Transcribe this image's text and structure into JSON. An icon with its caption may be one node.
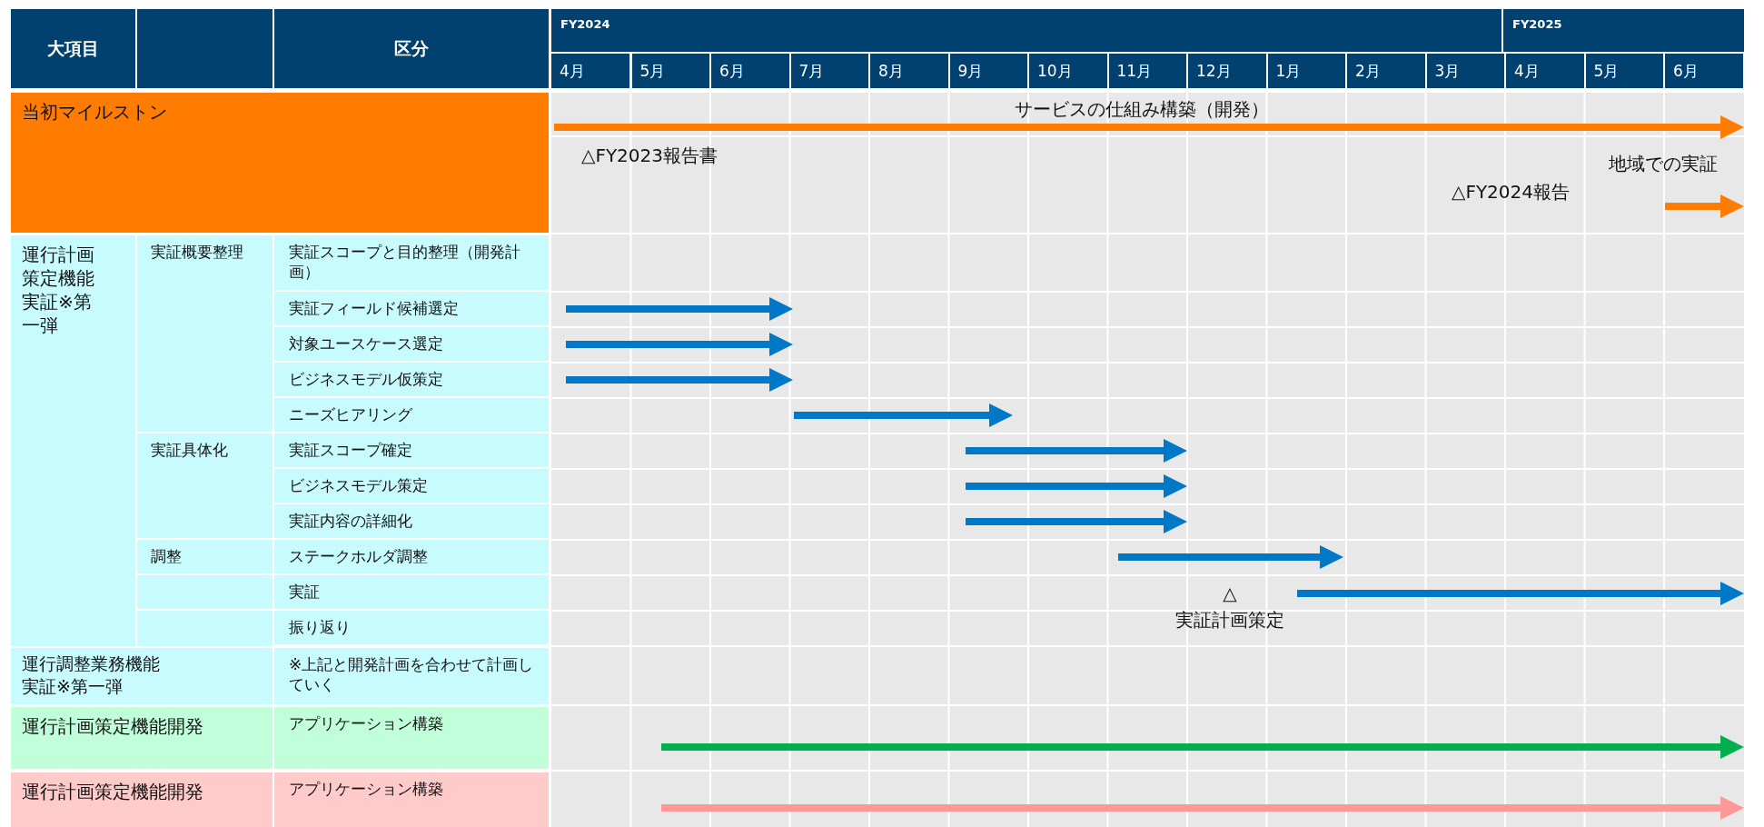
{
  "diagram": {
    "nodes": [
      {
        "text": [
          "大項目"
        ]
      },
      {
        "text": [],
        "shape": "box"
      },
      {
        "text": [
          "区分"
        ]
      },
      {
        "text": [
          "FY2024"
        ]
      },
      {
        "text": [
          "FY2025"
        ]
      },
      {
        "text": [
          "4月"
        ]
      },
      {
        "text": [
          "5月"
        ]
      },
      {
        "text": [
          "6月"
        ]
      },
      {
        "text": [
          "7月"
        ]
      },
      {
        "text": [
          "8月"
        ]
      },
      {
        "text": [
          "9月"
        ]
      },
      {
        "text": [
          "10月"
        ]
      },
      {
        "text": [
          "11月"
        ]
      },
      {
        "text": [
          "12月"
        ]
      },
      {
        "text": [
          "1月"
        ]
      },
      {
        "text": [
          "2月"
        ]
      },
      {
        "text": [
          "3月"
        ]
      },
      {
        "text": [
          "4月"
        ]
      },
      {
        "text": [
          "5月"
        ]
      },
      {
        "text": [
          "6月"
        ]
      },
      {
        "text": [
          "当初マイルストン"
        ]
      },
      {
        "text": [
          "運行計画策定機能実証※第一弾"
        ]
      },
      {
        "text": [
          "実証概要整理"
        ]
      },
      {
        "text": [
          "実証スコープと目的整理（開発計画）"
        ]
      },
      {
        "text": [
          "実証フィールド候補選定"
        ]
      },
      {
        "text": [
          "対象ユースケース選定"
        ]
      },
      {
        "text": [
          "ビジネスモデル仮策定"
        ]
      },
      {
        "text": [
          "ニーズヒアリング"
        ]
      },
      {
        "text": [
          "実証具体化"
        ]
      },
      {
        "text": [
          "実証スコープ確定"
        ]
      },
      {
        "text": [
          "ビジネスモデル策定"
        ]
      },
      {
        "text": [
          "実証内容の詳細化"
        ]
      },
      {
        "text": [
          "調整"
        ]
      },
      {
        "text": [
          "ステークホルダ調整"
        ]
      },
      {
        "text": [],
        "shape": "box"
      },
      {
        "text": [
          "実証"
        ]
      },
      {
        "text": [],
        "shape": "box"
      },
      {
        "text": [
          "振り返り"
        ]
      },
      {
        "text": [
          "運行調整業務機能実証※第一弾"
        ]
      },
      {
        "text": [
          "※上記と開発計画を合わせて計画していく"
        ]
      },
      {
        "text": [
          "運行計画策定機能開発"
        ]
      },
      {
        "text": [
          "アプリケーション構築"
        ]
      },
      {
        "text": [
          "運行計画策定機能開発"
        ]
      },
      {
        "text": [
          "アプリケーション構築"
        ]
      }
    ],
    "labels": [
      "サービスの仕組み構築（開発）",
      "△FY2023報告書",
      "地域での実証",
      "△FY2024報告",
      "△",
      "実証計画策定"
    ]
  }
}
